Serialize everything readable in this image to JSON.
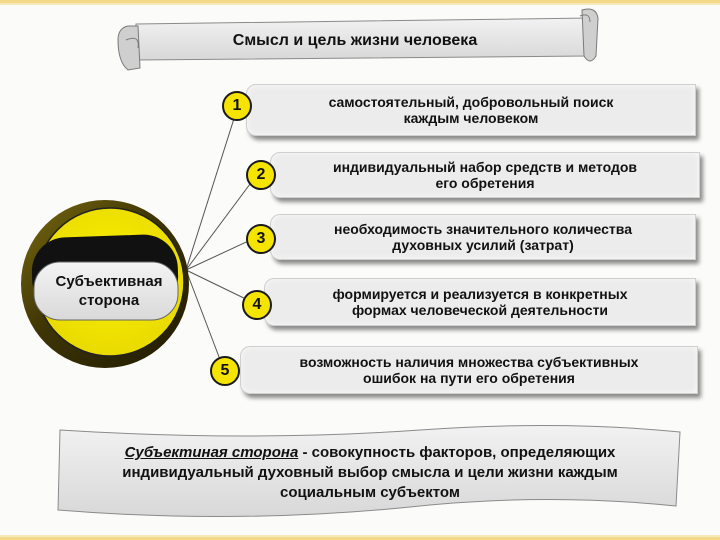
{
  "title": "Смысл и цель жизни человека",
  "center_label": [
    "Субъективная",
    "сторона"
  ],
  "items": [
    {
      "number": "1",
      "lines": [
        "самостоятельный, добровольный поиск",
        "каждым человеком"
      ]
    },
    {
      "number": "2",
      "lines": [
        "индивидуальный набор средств и методов",
        "его обретения"
      ]
    },
    {
      "number": "3",
      "lines": [
        "необходимость значительного количества",
        "духовных усилий (затрат)"
      ]
    },
    {
      "number": "4",
      "lines": [
        "формируется и реализуется в конкретных",
        "формах  человеческой деятельности"
      ]
    },
    {
      "number": "5",
      "lines": [
        "возможность наличия множества субъективных",
        "ошибок  на пути его обретения"
      ]
    }
  ],
  "definition": {
    "term": "Субъектиная сторона",
    "rest_line1": " -  совокупность факторов, определяющих",
    "line2": "индивидуальный духовный выбор смысла и цели жизни каждым",
    "line3": "социальным субъектом"
  },
  "colors": {
    "accent_yellow": "#f4e400",
    "box_gray": "#ececec",
    "outline": "#1a1a1a"
  }
}
